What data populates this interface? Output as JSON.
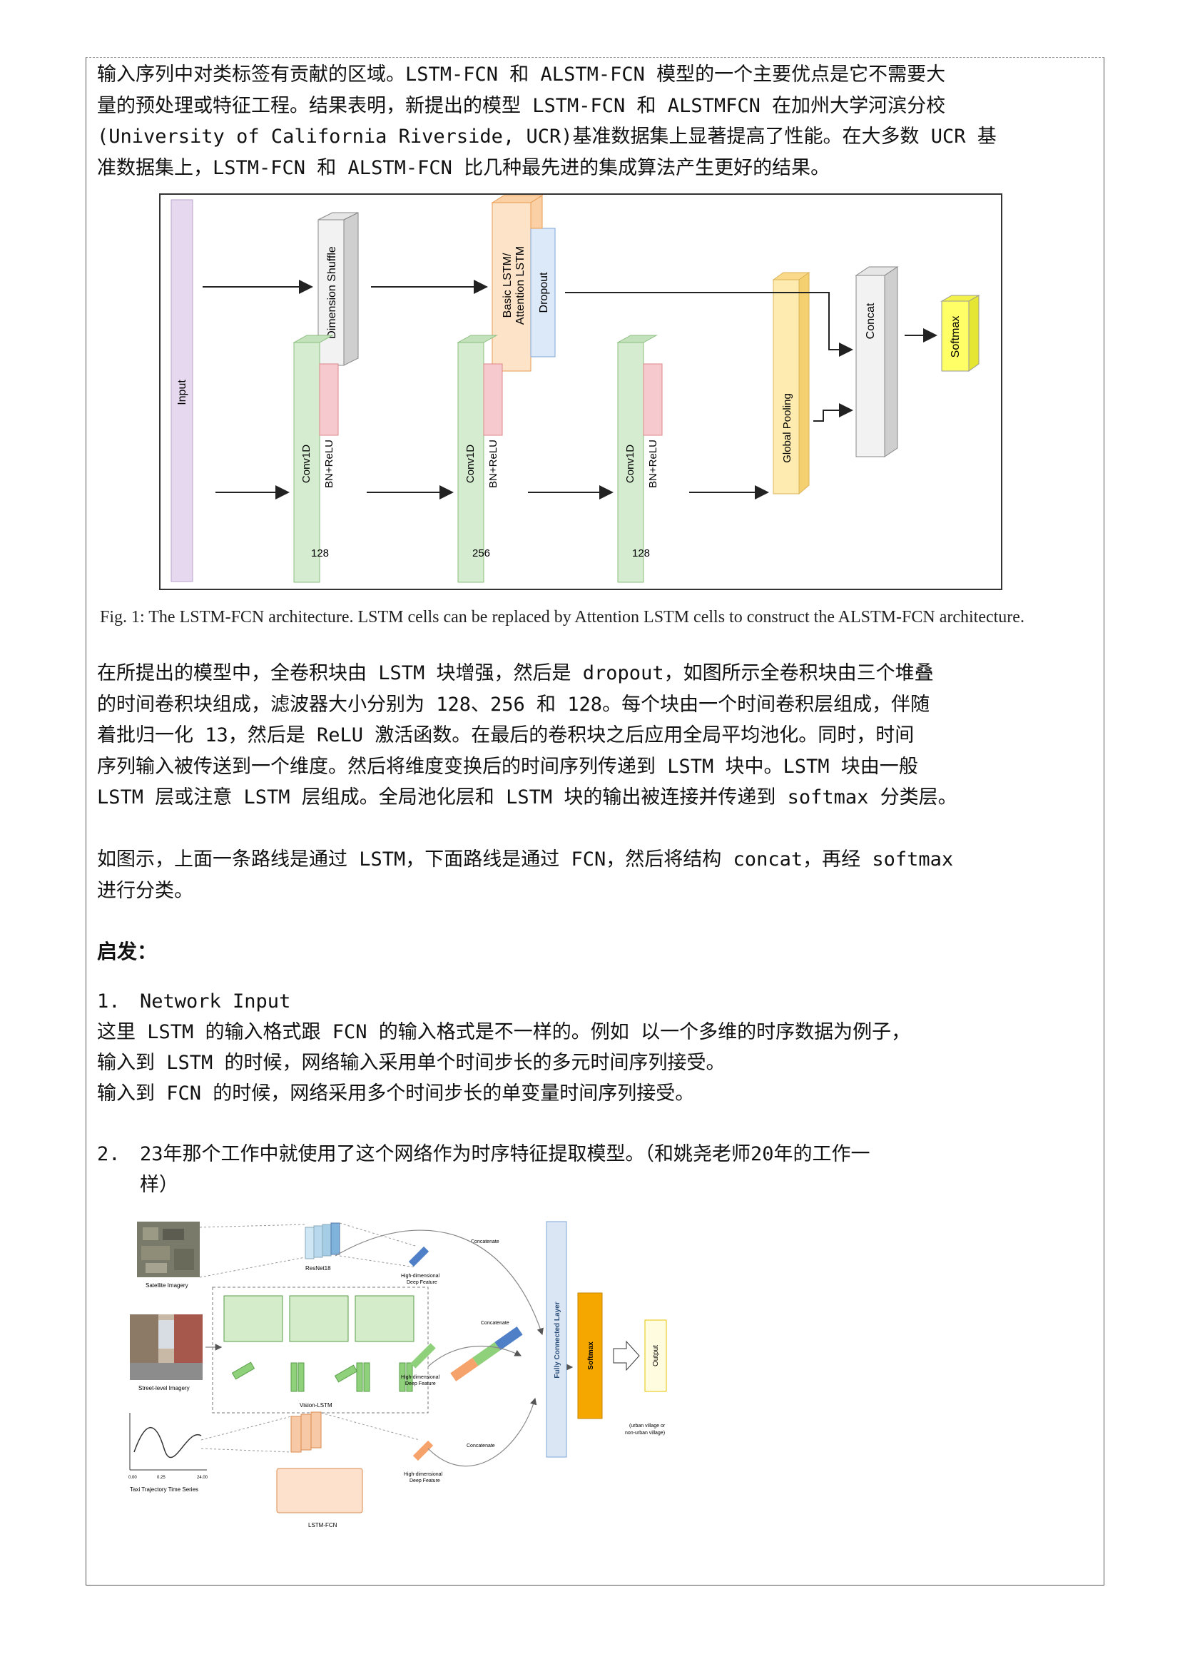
{
  "paragraphs": {
    "intro": [
      "输入序列中对类标签有贡献的区域。LSTM-FCN 和 ALSTM-FCN 模型的一个主要优点是它不需要大",
      "量的预处理或特征工程。结果表明，新提出的模型 LSTM-FCN 和 ALSTMFCN 在加州大学河滨分校",
      "(University of California Riverside, UCR)基准数据集上显著提高了性能。在大多数 UCR 基",
      "准数据集上，LSTM-FCN 和 ALSTM-FCN 比几种最先进的集成算法产生更好的结果。"
    ],
    "model": [
      "在所提出的模型中，全卷积块由 LSTM 块增强，然后是 dropout，如图所示全卷积块由三个堆叠",
      "的时间卷积块组成，滤波器大小分别为 128、256 和 128。每个块由一个时间卷积层组成，伴随",
      "着批归一化 13，然后是 ReLU 激活函数。在最后的卷积块之后应用全局平均池化。同时，时间",
      "序列输入被传送到一个维度。然后将维度变换后的时间序列传递到 LSTM 块中。LSTM 块由一般",
      "LSTM 层或注意 LSTM 层组成。全局池化层和 LSTM 块的输出被连接并传递到 softmax 分类层。"
    ],
    "route": [
      "如图示，上面一条路线是通过 LSTM，下面路线是通过 FCN，然后将结构 concat，再经 softmax",
      "进行分类。"
    ]
  },
  "figure1": {
    "caption": "Fig. 1: The LSTM-FCN architecture. LSTM cells can be replaced by Attention LSTM cells to construct the ALSTM-FCN architecture.",
    "labels": {
      "input": "Input",
      "shuffle": "Dimension Shuffle",
      "lstm1": "Basic LSTM/",
      "lstm2": "Attention LSTM",
      "dropout": "Dropout",
      "concat": "Concat",
      "softmax": "Softmax",
      "conv": "Conv1D",
      "bn": "BN+ReLU",
      "f1": "128",
      "f2": "256",
      "f3": "128",
      "gp": "Global Pooling"
    },
    "colors": {
      "input": "#e6d9ef",
      "shuffle": "#f2f2f2",
      "lstm": "#fde3c8",
      "dropout": "#dce9f9",
      "concat": "#f2f2f2",
      "softmax": "#ffff66",
      "conv": "#d5ecd0",
      "bn": "#f6c9ce",
      "gp": "#fdebb0"
    }
  },
  "inspiration": {
    "heading": "启发：",
    "item1_num": "1.",
    "item1_title": "Network Input",
    "item1_lines": [
      "这里 LSTM 的输入格式跟 FCN 的输入格式是不一样的。例如 以一个多维的时序数据为例子，",
      "输入到 LSTM 的时候，网络输入采用单个时间步长的多元时间序列接受。",
      "输入到 FCN 的时候，网络采用多个时间步长的单变量时间序列接受。"
    ],
    "item2_num": "2.",
    "item2_line1": "23年那个工作中就使用了这个网络作为时序特征提取模型。（和姚尧老师20年的工作一",
    "item2_line2": "样）"
  },
  "figure2": {
    "labels": {
      "satellite": "Satellite Imagery",
      "street": "Street-level Imagery",
      "taxi": "Taxi Trajectory Time Series",
      "resnet": "ResNet18",
      "hd": "High-dimensional",
      "df": "Deep Feature",
      "concat": "Concatenate",
      "vision_lstm": "Vision-LSTM",
      "lstm_fcn": "LSTM-FCN",
      "fc": "Fully Connected Layer",
      "softmax": "Softmax",
      "output": "Output",
      "out_note1": "(urban village or",
      "out_note2": "non-urban village)",
      "t0": "0.00",
      "t1": "0.25",
      "t2": "24.00"
    }
  }
}
